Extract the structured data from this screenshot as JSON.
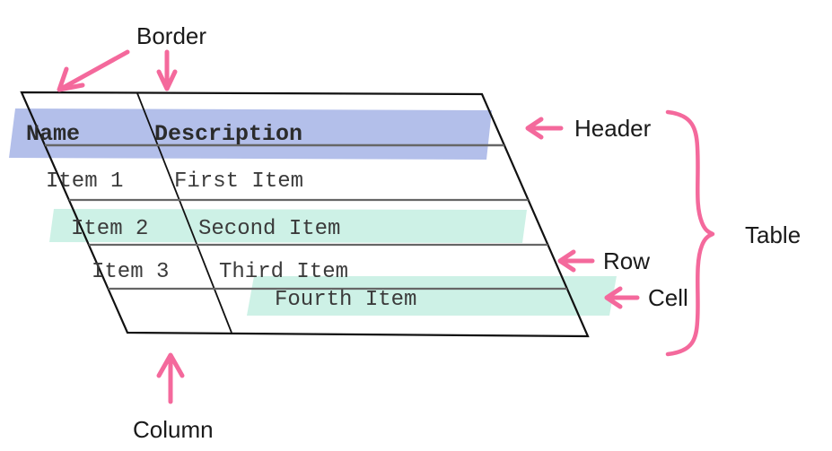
{
  "diagram": {
    "title": "Table anatomy diagram",
    "colors": {
      "header_band": "#b3bfea",
      "row_highlight": "#cdf1e6",
      "annotation_pink": "#f4699c",
      "border_dark": "#111111",
      "rule_gray": "#666666",
      "text_dark": "#1a1a1a",
      "cell_text": "#3b3b3b",
      "background": "#ffffff"
    },
    "table": {
      "columns": [
        "Name",
        "Description"
      ],
      "rows": [
        {
          "name": "Item 1",
          "description": "First Item",
          "highlight": "none"
        },
        {
          "name": "Item 2",
          "description": "Second Item",
          "highlight": "green"
        },
        {
          "name": "Item 3",
          "description": "Third Item",
          "highlight": "none"
        }
      ],
      "floating_cell": {
        "text": "Fourth Item",
        "highlight": "green"
      }
    },
    "annotations": [
      {
        "id": "border",
        "label": "Border",
        "arrows": 2,
        "position": "top"
      },
      {
        "id": "header",
        "label": "Header",
        "arrows": 1,
        "position": "right-top"
      },
      {
        "id": "row",
        "label": "Row",
        "arrows": 1,
        "position": "right-middle"
      },
      {
        "id": "cell",
        "label": "Cell",
        "arrows": 1,
        "position": "right-lower"
      },
      {
        "id": "table",
        "label": "Table",
        "arrows": 0,
        "position": "right-brace"
      },
      {
        "id": "column",
        "label": "Column",
        "arrows": 1,
        "position": "bottom"
      }
    ]
  }
}
